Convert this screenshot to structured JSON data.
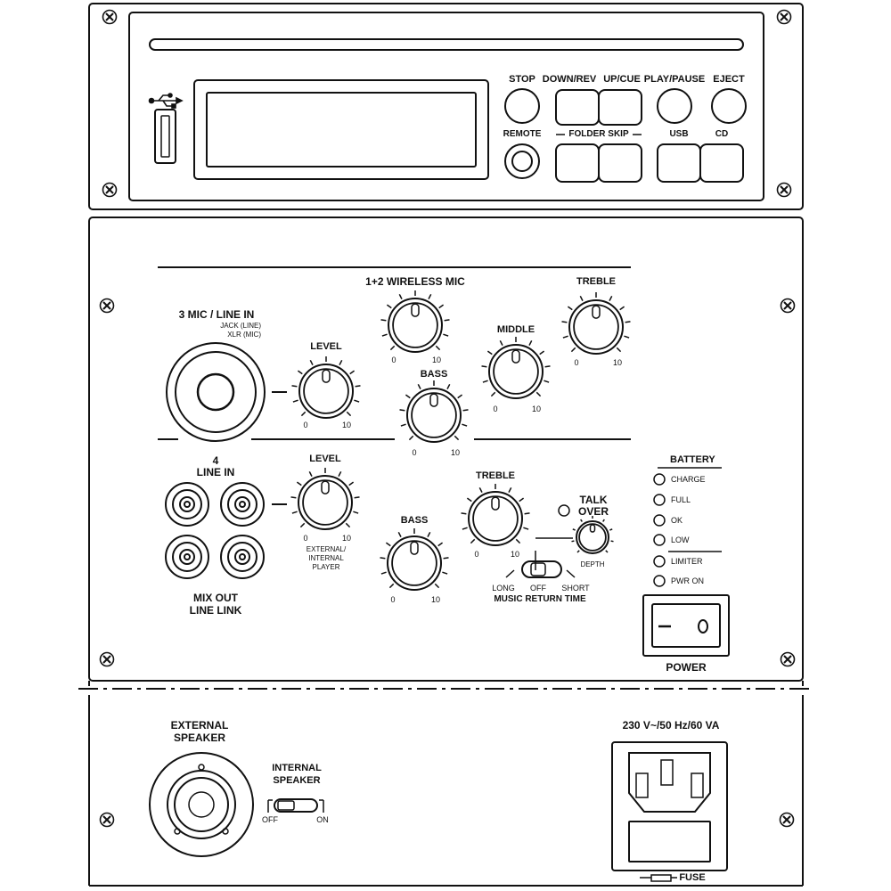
{
  "cd_player": {
    "buttons": {
      "stop": "STOP",
      "down_rev": "DOWN/REV",
      "up_cue": "UP/CUE",
      "play_pause": "PLAY/PAUSE",
      "eject": "EJECT",
      "remote": "REMOTE",
      "folder_skip": "FOLDER SKIP",
      "usb": "USB",
      "cd": "CD"
    }
  },
  "mixer": {
    "mic_line_in": {
      "title": "3 MIC / LINE IN",
      "sub1": "JACK (LINE)",
      "sub2": "XLR (MIC)"
    },
    "level1": {
      "title": "LEVEL",
      "min": "0",
      "max": "10"
    },
    "wireless_mic": {
      "title": "1+2 WIRELESS MIC",
      "min": "0",
      "max": "10"
    },
    "bass1": {
      "title": "BASS",
      "min": "0",
      "max": "10"
    },
    "middle": {
      "title": "MIDDLE",
      "min": "0",
      "max": "10"
    },
    "treble1": {
      "title": "TREBLE",
      "min": "0",
      "max": "10"
    },
    "line_in": {
      "num": "4",
      "title": "LINE IN"
    },
    "level2": {
      "title": "LEVEL",
      "min": "0",
      "max": "10",
      "sub1": "EXTERNAL/",
      "sub2": "INTERNAL",
      "sub3": "PLAYER"
    },
    "bass2": {
      "title": "BASS",
      "min": "0",
      "max": "10"
    },
    "treble2": {
      "title": "TREBLE",
      "min": "0",
      "max": "10"
    },
    "talk_over": {
      "title1": "TALK",
      "title2": "OVER",
      "depth": "DEPTH"
    },
    "music_return": {
      "long": "LONG",
      "off": "OFF",
      "short": "SHORT",
      "title": "MUSIC RETURN TIME"
    },
    "mix_out": {
      "title1": "MIX OUT",
      "title2": "LINE LINK"
    },
    "battery": {
      "title": "BATTERY",
      "leds": [
        "CHARGE",
        "FULL",
        "OK",
        "LOW"
      ],
      "limiter": "LIMITER",
      "pwr_on": "PWR ON"
    },
    "power": {
      "title": "POWER",
      "off_symbol": "O",
      "on_symbol": "—"
    }
  },
  "rear": {
    "external_speaker": {
      "title1": "EXTERNAL",
      "title2": "SPEAKER"
    },
    "internal_speaker": {
      "title1": "INTERNAL",
      "title2": "SPEAKER",
      "off": "OFF",
      "on": "ON"
    },
    "mains": {
      "rating": "230 V~/50 Hz/60 VA",
      "fuse": "FUSE"
    }
  }
}
